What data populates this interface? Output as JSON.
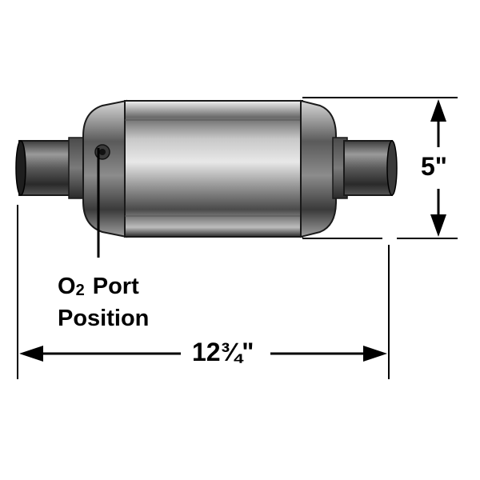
{
  "product": {
    "name": "catalytic-converter"
  },
  "labels": {
    "o2_port_line1_main": "O",
    "o2_port_line1_sub": "2",
    "o2_port_line1_rest": " Port",
    "o2_port_line2": "Position",
    "height": "5\"",
    "length": "12¾\""
  },
  "colors": {
    "background": "#ffffff",
    "ink": "#000000",
    "steel_dark": "#2a2a2a",
    "steel_mid": "#8a8a8a",
    "steel_light": "#e4e4e4"
  }
}
